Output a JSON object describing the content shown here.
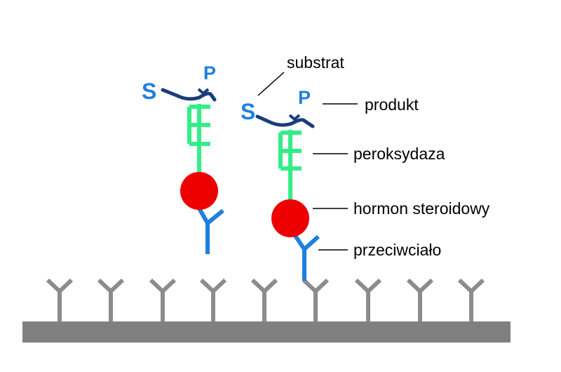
{
  "letters": {
    "substrate_symbol": "S",
    "product_symbol": "P"
  },
  "labels": {
    "substrat": "substrat",
    "produkt": "produkt",
    "peroksydaza": "peroksydaza",
    "hormon": "hormon steroidowy",
    "przeciwcialo": "przeciwciało"
  },
  "colors": {
    "enzyme": "#33ee88",
    "hormone": "#ee0000",
    "antibody": "#1f7fe0",
    "arrow": "#1a3d7a",
    "surface": "#808080",
    "surface_antibody": "#8c8c8c",
    "leader": "#000000"
  }
}
